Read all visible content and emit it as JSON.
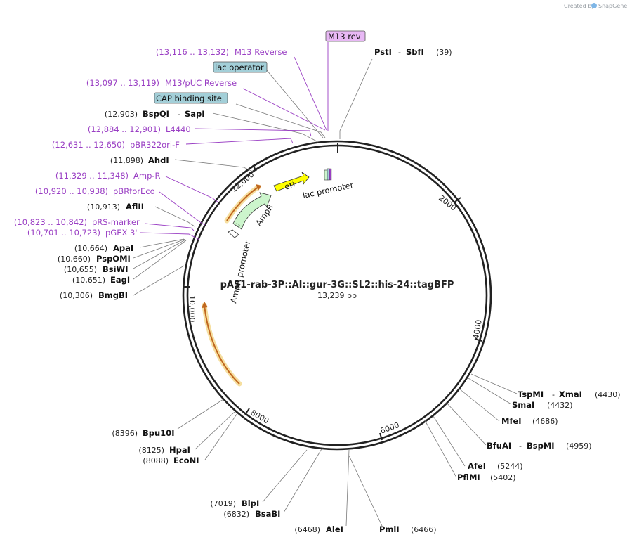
{
  "brand": {
    "created_by": "Created by",
    "app_name": "SnapGene"
  },
  "plasmid": {
    "name": "pAS1-rab-3P::AI::gur-3G::SL2::his-24::tagBFP",
    "size": "13,239 bp"
  },
  "ticks": [
    "2000",
    "4000",
    "6000",
    "8000",
    "10,000",
    "12,000"
  ],
  "boxed_labels": {
    "m13rev": "M13 rev",
    "lac_operator": "lac operator",
    "cap_site": "CAP binding site"
  },
  "primers": [
    {
      "pos": "(13,116 .. 13,132)",
      "name": "M13 Reverse"
    },
    {
      "pos": "(13,097 .. 13,119)",
      "name": "M13/pUC Reverse"
    },
    {
      "pos": "(12,884 .. 12,901)",
      "name": "L4440"
    },
    {
      "pos": "(12,631 .. 12,650)",
      "name": "pBR322ori-F"
    },
    {
      "pos": "(11,329 .. 11,348)",
      "name": "Amp-R"
    },
    {
      "pos": "(10,920 .. 10,938)",
      "name": "pBRforEco"
    },
    {
      "pos": "(10,823 .. 10,842)",
      "name": "pRS-marker"
    },
    {
      "pos": "(10,701 .. 10,723)",
      "name": "pGEX 3'"
    }
  ],
  "left_sites": [
    {
      "pos": "(12,903)",
      "name": "BspQI",
      "sep": "-",
      "name2": "SapI"
    },
    {
      "pos": "(11,898)",
      "name": "AhdI"
    },
    {
      "pos": "(10,913)",
      "name": "AflII"
    },
    {
      "pos": "(10,664)",
      "name": "ApaI"
    },
    {
      "pos": "(10,660)",
      "name": "PspOMI"
    },
    {
      "pos": "(10,655)",
      "name": "BsiWI"
    },
    {
      "pos": "(10,651)",
      "name": "EagI"
    },
    {
      "pos": "(10,306)",
      "name": "BmgBI"
    },
    {
      "pos": "(8396)",
      "name": "Bpu10I"
    },
    {
      "pos": "(8125)",
      "name": "HpaI"
    },
    {
      "pos": "(8088)",
      "name": "EcoNI"
    },
    {
      "pos": "(7019)",
      "name": "BlpI"
    },
    {
      "pos": "(6832)",
      "name": "BsaBI"
    },
    {
      "pos": "(6468)",
      "name": "AleI"
    }
  ],
  "right_sites": [
    {
      "name": "PstI",
      "sep": "-",
      "name2": "SbfI",
      "pos": "(39)"
    },
    {
      "name": "TspMI",
      "sep": "-",
      "name2": "XmaI",
      "pos": "(4430)"
    },
    {
      "name": "SmaI",
      "pos": "(4432)"
    },
    {
      "name": "MfeI",
      "pos": "(4686)"
    },
    {
      "name": "BfuAI",
      "sep": "-",
      "name2": "BspMI",
      "pos": "(4959)"
    },
    {
      "name": "AfeI",
      "pos": "(5244)"
    },
    {
      "name": "PflMI",
      "pos": "(5402)"
    },
    {
      "name": "PmlI",
      "pos": "(6466)"
    }
  ],
  "features": {
    "ori": "ori",
    "ampr": "AmpR",
    "ampr_promoter": "AmpR promoter",
    "lac_promoter": "lac promoter"
  },
  "colors": {
    "ori": "#ffff00",
    "ampr": "#ccf5cc",
    "primer": "#9a3fc4",
    "boxed": "#a3cfd8",
    "m13box": "#e8b8f5",
    "orange_feature": "#e8a23a"
  }
}
